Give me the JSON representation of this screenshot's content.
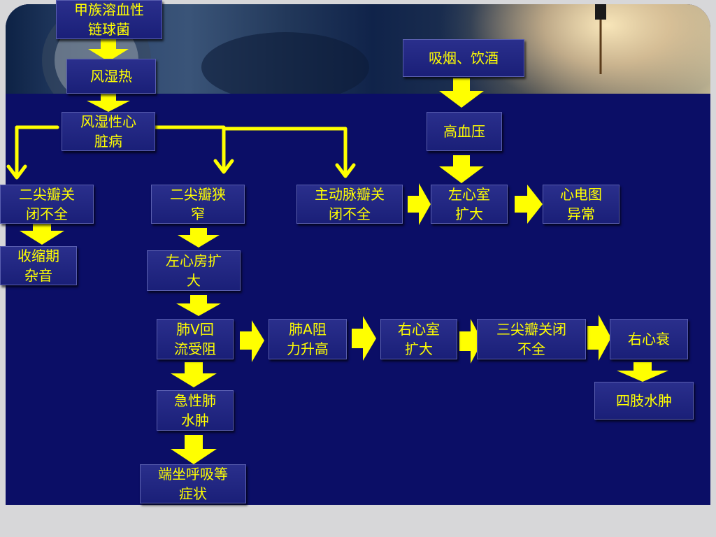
{
  "nodes": {
    "strep": "甲族溶血性\n链球菌",
    "rheumatic_fever": "风湿热",
    "rheumatic_heart": "风湿性心\n脏病",
    "smoking": "吸烟、饮酒",
    "hypertension": "高血压",
    "mitral_insufficiency": "二尖瓣关\n闭不全",
    "mitral_stenosis": "二尖瓣狭\n窄",
    "aortic_insufficiency": "主动脉瓣关\n闭不全",
    "lv_enlarge": "左心室\n扩大",
    "ecg_abnormal": "心电图\n异常",
    "systolic_murmur": "收缩期\n杂音",
    "la_enlarge": "左心房扩\n大",
    "pulm_v_obstruction": "肺V回\n流受阻",
    "pulm_a_pressure": "肺A阻\n力升高",
    "rv_enlarge": "右心室\n扩大",
    "tricuspid_insufficiency": "三尖瓣关闭\n不全",
    "right_heart_failure": "右心衰",
    "limb_edema": "四肢水肿",
    "acute_pulm_edema": "急性肺\n水肿",
    "orthopnea": "端坐呼吸等\n症状"
  },
  "colors": {
    "background": "#0b0e66",
    "box_fill": "#1e237d",
    "text": "#ffff00",
    "arrow": "#ffff00"
  }
}
